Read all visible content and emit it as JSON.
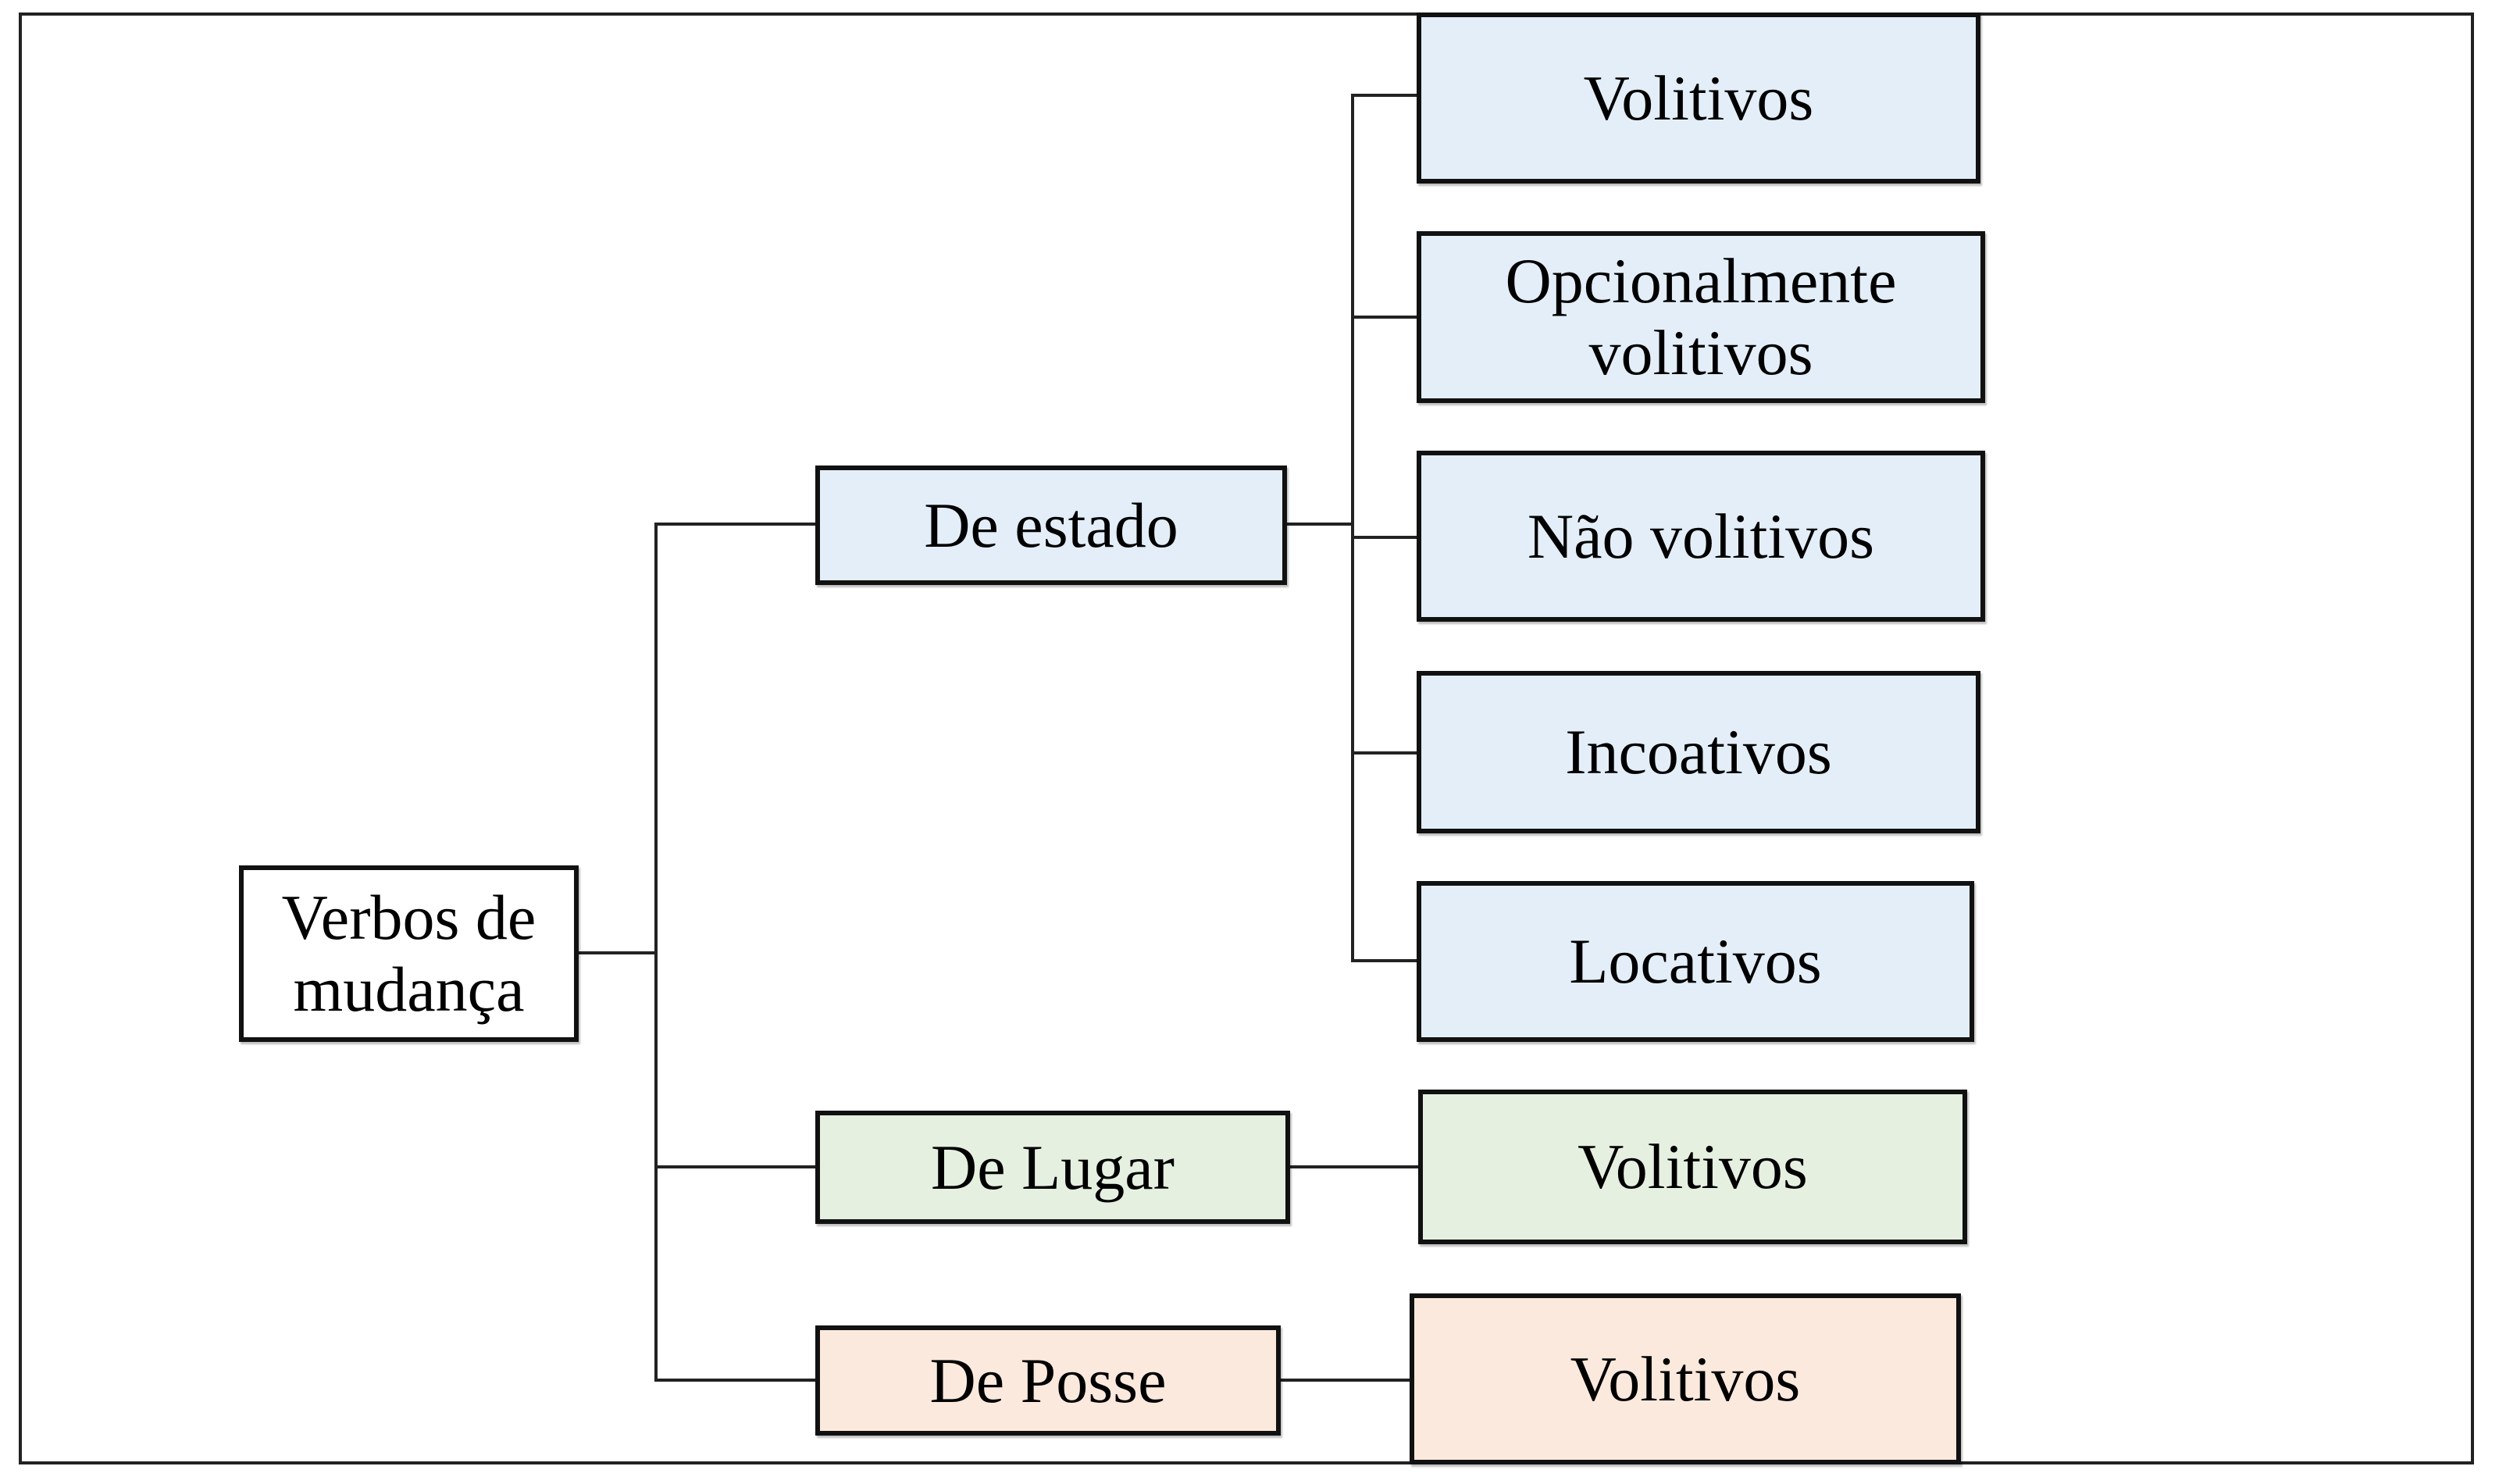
{
  "diagram": {
    "root": {
      "label_line1": "Verbos de",
      "label_line2": "mudança"
    },
    "branches": [
      {
        "label": "De estado",
        "color": "#E3EEF8",
        "children": [
          {
            "label_line1": "Volitivos",
            "label_line2": ""
          },
          {
            "label_line1": "Opcionalmente",
            "label_line2": "volitivos"
          },
          {
            "label_line1": "Não volitivos",
            "label_line2": ""
          },
          {
            "label_line1": "Incoativos",
            "label_line2": ""
          },
          {
            "label_line1": "Locativos",
            "label_line2": ""
          }
        ]
      },
      {
        "label": "De Lugar",
        "color": "#E5F0E0",
        "children": [
          {
            "label_line1": "Volitivos",
            "label_line2": ""
          }
        ]
      },
      {
        "label": "De Posse",
        "color": "#FCE9DD",
        "children": [
          {
            "label_line1": "Volitivos",
            "label_line2": ""
          }
        ]
      }
    ]
  }
}
